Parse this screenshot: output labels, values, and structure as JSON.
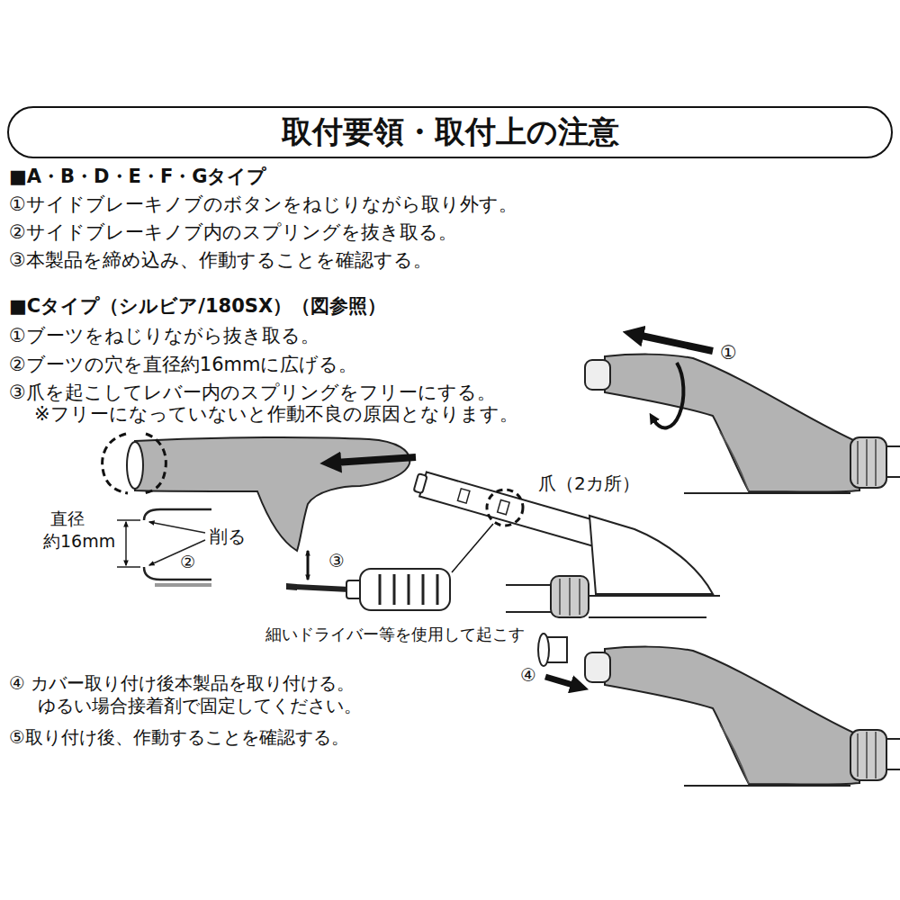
{
  "diagram": {
    "nodes": [
      {
        "text": [
          "取付要領・取付上の注意"
        ]
      }
    ],
    "labels": [
      "■A・B・D・E・F・Gタイプ",
      "①サイドブレーキノブのボタンをねじりながら取り外す。",
      "②サイドブレーキノブ内のスプリングを抜き取る。",
      "③本製品を締め込み、作動することを確認する。",
      "■Cタイプ（シルビア/180SX）（図参照）",
      "①ブーツをねじりながら抜き取る。",
      "②ブーツの穴を直径約16mmに広げる。",
      "③爪を起こしてレバー内のスプリングをフリーにする。",
      "※フリーになっていないと作動不良の原因となります。",
      "①",
      "爪（2カ所）",
      "直径",
      "約16mm",
      "削る",
      "②",
      "③",
      "細いドライバー等を使用して起こす",
      "④",
      "④ カバー取り付け後本製品を取り付ける。",
      "ゆるい場合接着剤で固定してください。",
      "⑤取り付け後、作動することを確認する。"
    ]
  }
}
